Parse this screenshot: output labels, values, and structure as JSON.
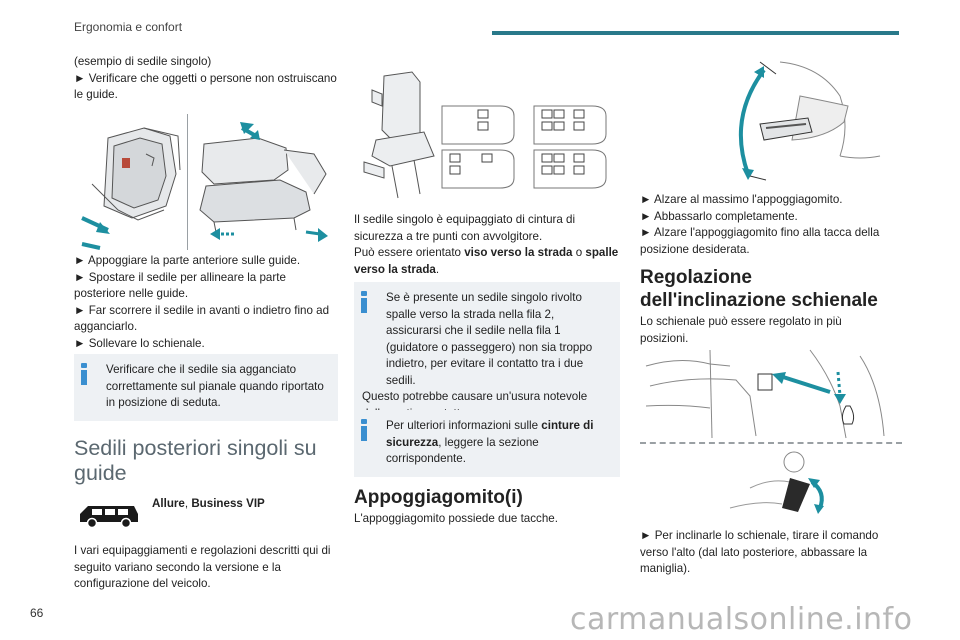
{
  "header": {
    "section_title": "Ergonomia e confort",
    "accent_color": "#29798a"
  },
  "footer": {
    "page_number": "66",
    "watermark": "carmanualsonline.info"
  },
  "col1": {
    "intro_line1": "(esempio di sedile singolo)",
    "intro_line2": "► Verificare che oggetti o persone non ostruiscano le guide.",
    "step1": "► Appoggiare la parte anteriore sulle guide.",
    "step2": "► Spostare il sedile per allineare la parte posteriore nelle guide.",
    "step3": "► Far scorrere il sedile in avanti o indietro fino ad agganciarlo.",
    "step4": "► Sollevare lo schienale.",
    "note": "Verificare che il sedile sia agganciato correttamente sul pianale quando riportato in posizione di seduta.",
    "section_heading": "Sedili posteriori singoli su guide",
    "versions_allure": "Allure",
    "versions_sep": ", ",
    "versions_business": "Business VIP",
    "body": "I vari equipaggiamenti e regolazioni descritti qui di seguito variano secondo la versione e la configurazione del veicolo."
  },
  "col2": {
    "para1": "Il sedile singolo è equipaggiato di cintura di sicurezza a tre punti con avvolgitore.",
    "para2_a": "Può essere orientato ",
    "para2_b": "viso verso la strada",
    "para2_c": " o ",
    "para2_d": "spalle verso la strada",
    "para2_e": ".",
    "note1_a": "Se è presente un sedile singolo rivolto spalle verso la strada nella fila 2, assicurarsi che il sedile nella fila 1 (guidatore o passeggero) non sia troppo indietro, per evitare il contatto tra i due sedili.",
    "note1_b": "Questo potrebbe causare un'usura notevole delle parti a contatto.",
    "note2_a": "Per ulteriori informazioni sulle ",
    "note2_b": "cinture di sicurezza",
    "note2_c": ", leggere la sezione corrispondente.",
    "heading": "Appoggiagomito(i)",
    "body": "L'appoggiagomito possiede due tacche."
  },
  "col3": {
    "step1": "► Alzare al massimo l'appoggiagomito.",
    "step2": "► Abbassarlo completamente.",
    "step3": "► Alzare l'appoggiagomito fino alla tacca della posizione desiderata.",
    "heading": "Regolazione dell'inclinazione schienale",
    "body": "Lo schienale può essere regolato in più posizioni.",
    "step4": "► Per inclinarle lo schienale, tirare il comando verso l'alto (dal lato posteriore, abbassare la maniglia)."
  },
  "colors": {
    "arrow": "#1d8fa0",
    "note_bg": "#eef1f4",
    "info_icon": "#3a8fd0",
    "subheading": "#5b6870"
  }
}
